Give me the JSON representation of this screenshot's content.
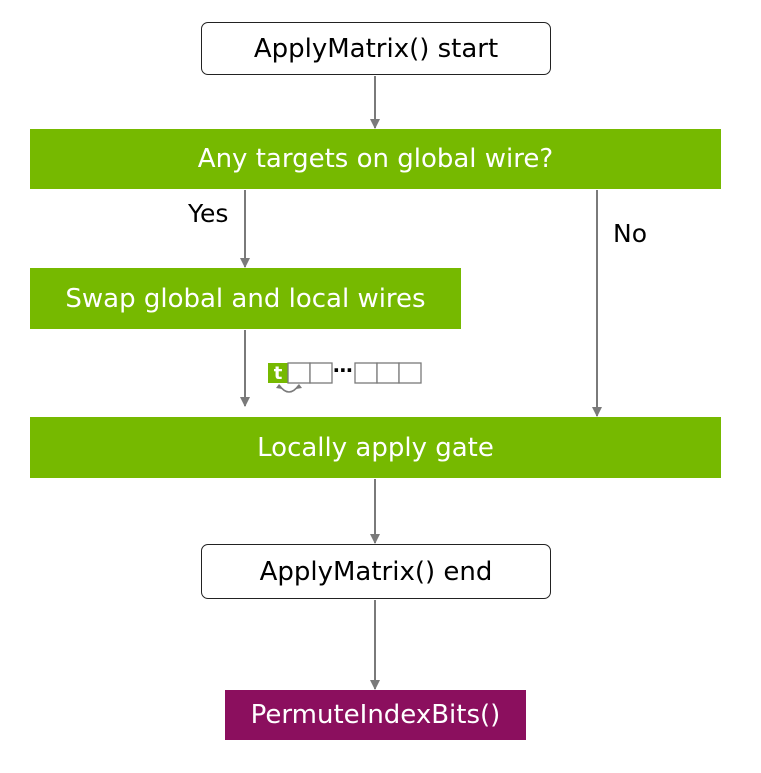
{
  "colors": {
    "process_fill": "#76b900",
    "output_fill": "#8b0f5e",
    "edge": "#7a7a7a",
    "terminal_border": "#222222"
  },
  "nodes": {
    "start": "ApplyMatrix() start",
    "decision": "Any targets on global wire?",
    "swap": "Swap global and local wires",
    "apply": "Locally apply gate",
    "end": "ApplyMatrix() end",
    "output": "PermuteIndexBits()"
  },
  "edges": {
    "yes_label": "Yes",
    "no_label": "No"
  },
  "wire_icon": {
    "highlight_glyph": "t",
    "ellipsis": "⋯",
    "swap_arrow_icon": "curved-double-arrow-icon"
  }
}
